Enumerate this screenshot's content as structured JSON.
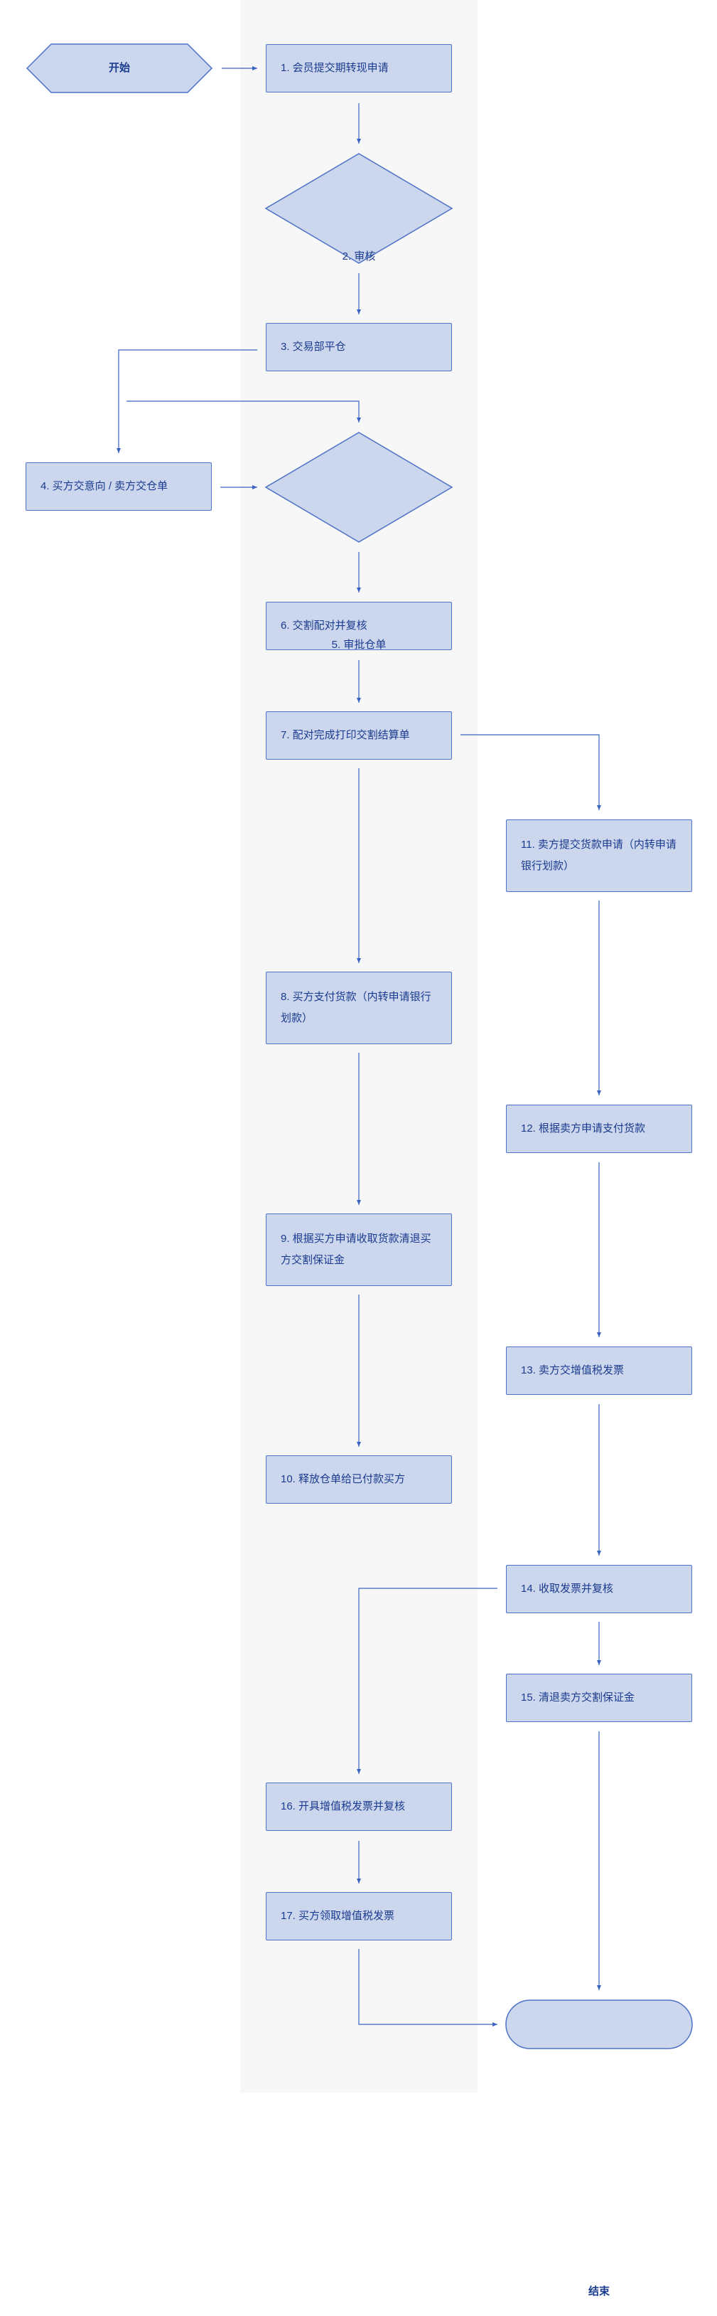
{
  "nodes": {
    "start": "开始",
    "n1": "1. 会员提交期转现申请",
    "n2": "2. 审核",
    "n3": "3. 交易部平仓",
    "n4": "4. 买方交意向 / 卖方交仓单",
    "n5": "5. 审批仓单",
    "n6": "6. 交割配对并复核",
    "n7": "7. 配对完成打印交割结算单",
    "n8": "8. 买方支付货款（内转申请银行划款）",
    "n9": "9. 根据买方申请收取货款清退买方交割保证金",
    "n10": "10. 释放仓单给已付款买方",
    "n11": "11. 卖方提交货款申请（内转申请银行划款）",
    "n12": "12. 根据卖方申请支付货款",
    "n13": "13. 卖方交增值税发票",
    "n14": "14. 收取发票并复核",
    "n15": "15. 清退卖方交割保证金",
    "n16": "16. 开具增值税发票并复核",
    "n17": "17. 买方领取增值税发票",
    "end": "结束"
  },
  "colors": {
    "node_fill": "#ccd6ec",
    "node_border": "#4d72c6",
    "text": "#1a3b8f",
    "arrow": "#3a63c2",
    "lane": "#f7f7f7"
  }
}
